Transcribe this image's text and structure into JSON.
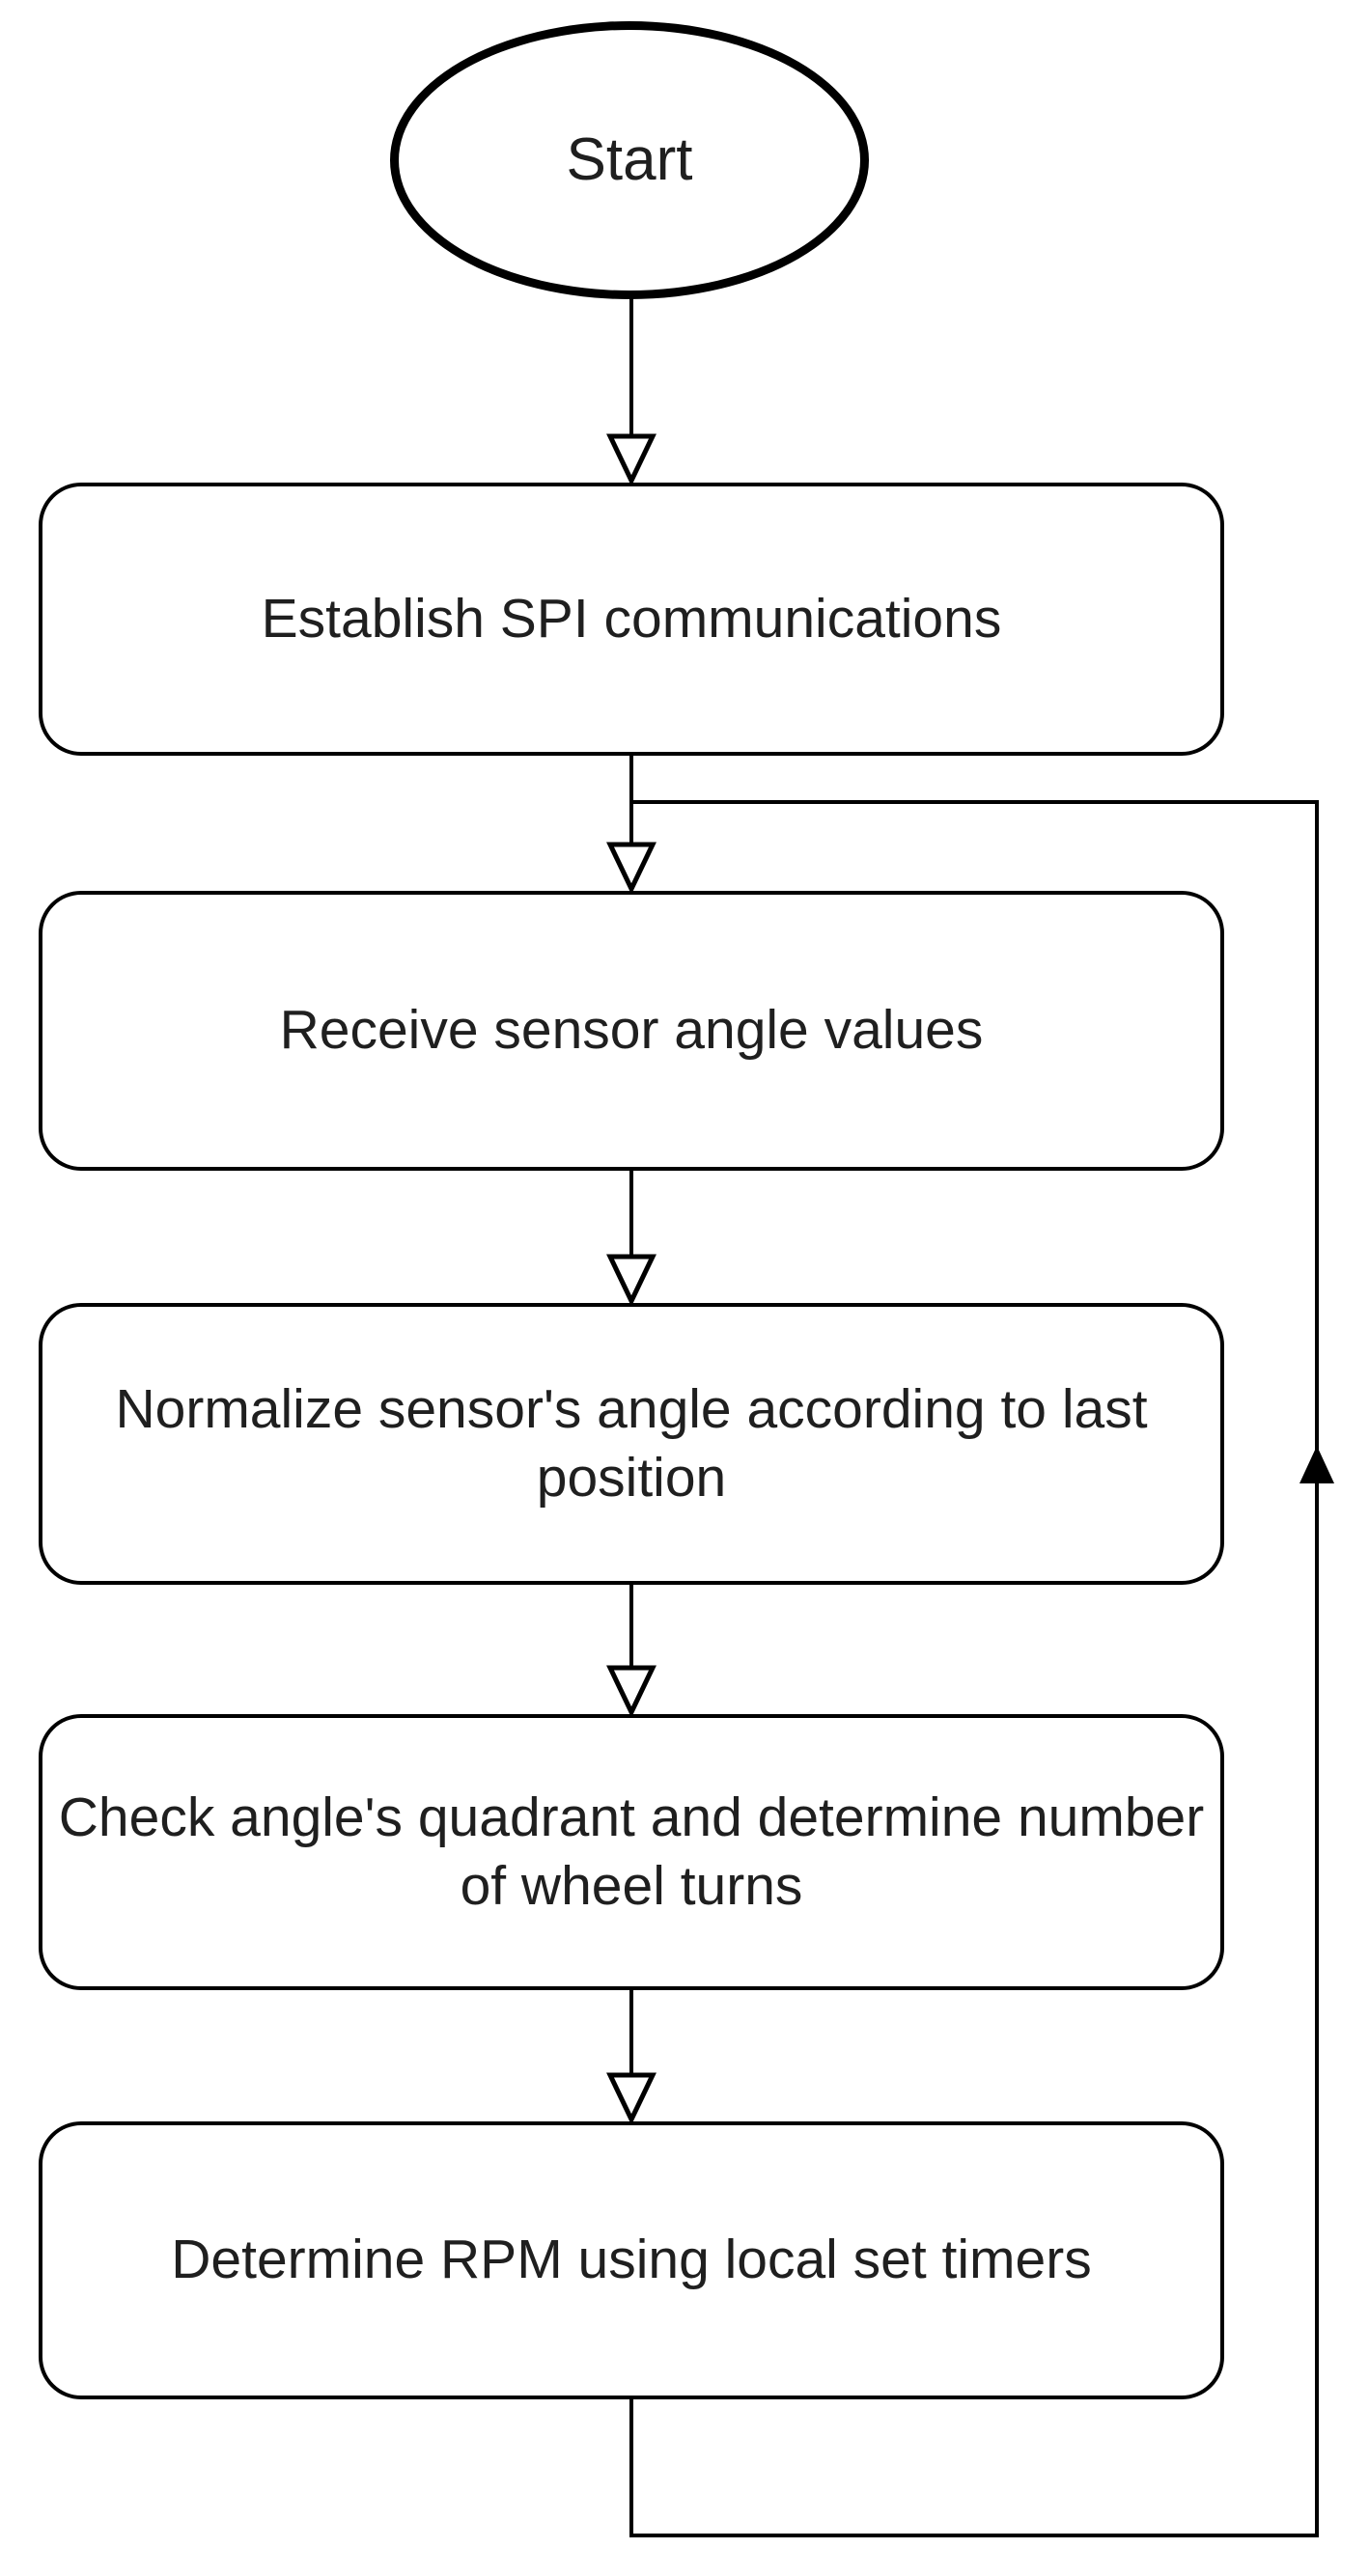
{
  "colors": {
    "stroke": "#000000",
    "shape_fill": "#ffffff",
    "text": "#1f1f1f",
    "background": "#ffffff"
  },
  "nodes": [
    {
      "id": "start",
      "shape": "ellipse",
      "label": "Start"
    },
    {
      "id": "establish-spi",
      "shape": "rounded-rectangle",
      "label": "Establish SPI communications"
    },
    {
      "id": "receive-angles",
      "shape": "rounded-rectangle",
      "label": "Receive sensor angle values"
    },
    {
      "id": "normalize-angle",
      "shape": "rounded-rectangle",
      "label": "Normalize sensor's angle according to last\nposition"
    },
    {
      "id": "check-quadrant",
      "shape": "rounded-rectangle",
      "label": "Check angle's quadrant and determine number\nof wheel turns"
    },
    {
      "id": "determine-rpm",
      "shape": "rounded-rectangle",
      "label": "Determine RPM using local set timers"
    }
  ],
  "edges": [
    {
      "from": "start",
      "to": "establish-spi",
      "arrowhead": "open"
    },
    {
      "from": "establish-spi",
      "to": "receive-angles",
      "arrowhead": "open"
    },
    {
      "from": "receive-angles",
      "to": "normalize-angle",
      "arrowhead": "open"
    },
    {
      "from": "normalize-angle",
      "to": "check-quadrant",
      "arrowhead": "open"
    },
    {
      "from": "check-quadrant",
      "to": "determine-rpm",
      "arrowhead": "open"
    },
    {
      "from": "determine-rpm",
      "to": "receive-angles",
      "arrowhead": "solid",
      "route": "right-side-loop"
    }
  ]
}
